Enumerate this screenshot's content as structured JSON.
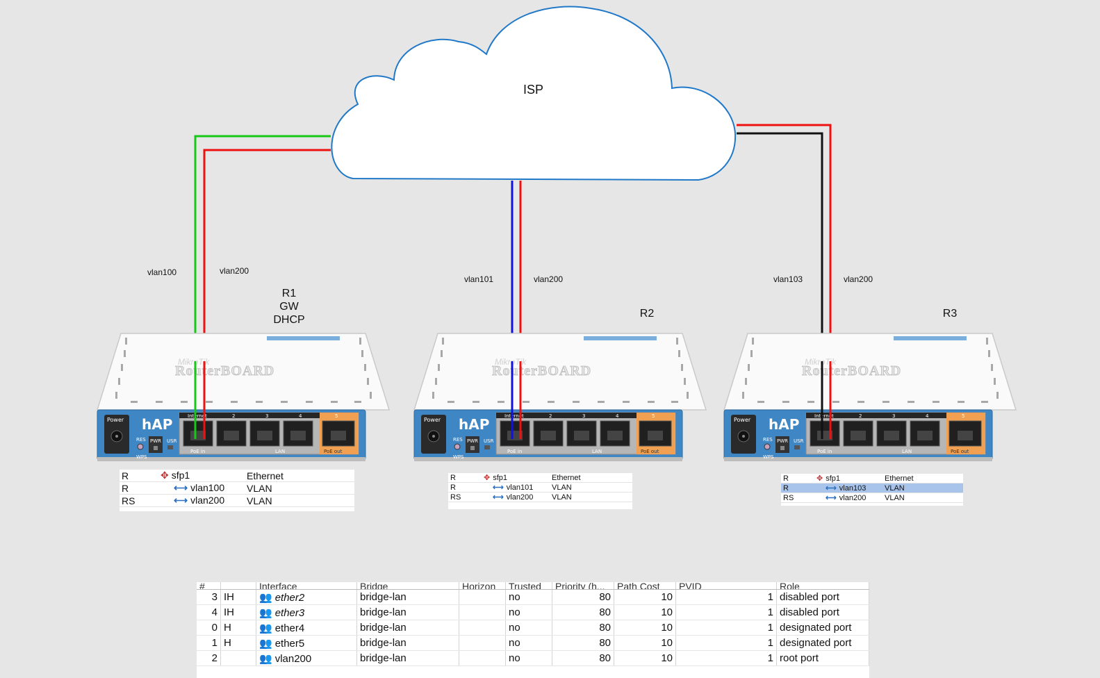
{
  "cloud": {
    "label": "ISP"
  },
  "routers": [
    {
      "name_lines": [
        "R1",
        "GW",
        "DHCP"
      ],
      "vlan_a": "vlan100",
      "vlan_b": "vlan200"
    },
    {
      "name_lines": [
        "R2"
      ],
      "vlan_a": "vlan101",
      "vlan_b": "vlan200"
    },
    {
      "name_lines": [
        "R3"
      ],
      "vlan_a": "vlan103",
      "vlan_b": "vlan200"
    }
  ],
  "device": {
    "brand": "MikroTik",
    "model": "hAP",
    "port_labels": [
      "Internet",
      "2",
      "3",
      "4",
      "5"
    ],
    "power": "Power",
    "res": "RES",
    "pwr": "PWR",
    "usr": "USR",
    "wps": "WPS",
    "poe_in": "PoE in",
    "lan": "LAN",
    "poe_out": "PoE out"
  },
  "snippets": [
    {
      "rows": [
        [
          "R",
          "sfp1",
          "Ethernet"
        ],
        [
          "R",
          "vlan100",
          "VLAN"
        ],
        [
          "RS",
          "vlan200",
          "VLAN"
        ]
      ]
    },
    {
      "rows": [
        [
          "R",
          "sfp1",
          "Ethernet"
        ],
        [
          "R",
          "vlan101",
          "VLAN"
        ],
        [
          "RS",
          "vlan200",
          "VLAN"
        ]
      ]
    },
    {
      "rows": [
        [
          "R",
          "sfp1",
          "Ethernet"
        ],
        [
          "R",
          "vlan103",
          "VLAN"
        ],
        [
          "RS",
          "vlan200",
          "VLAN"
        ]
      ],
      "selected_row": 1
    }
  ],
  "bridge_table": {
    "headers": [
      "#",
      "",
      "Interface",
      "Bridge",
      "Horizon",
      "Trusted",
      "Priority (h...",
      "Path Cost",
      "PVID",
      "Role"
    ],
    "rows": [
      [
        "3",
        "IH",
        "ether2",
        "bridge-lan",
        "",
        "no",
        "80",
        "10",
        "1",
        "disabled port"
      ],
      [
        "4",
        "IH",
        "ether3",
        "bridge-lan",
        "",
        "no",
        "80",
        "10",
        "1",
        "disabled port"
      ],
      [
        "0",
        "H",
        "ether4",
        "bridge-lan",
        "",
        "no",
        "80",
        "10",
        "1",
        "designated port"
      ],
      [
        "1",
        "H",
        "ether5",
        "bridge-lan",
        "",
        "no",
        "80",
        "10",
        "1",
        "designated port"
      ],
      [
        "2",
        "",
        "vlan200",
        "bridge-lan",
        "",
        "no",
        "80",
        "10",
        "1",
        "root port"
      ]
    ]
  },
  "colors": {
    "cloud_stroke": "#1f78c8",
    "link_green": "#17c817",
    "link_red": "#ee1111",
    "link_blue": "#1111dd",
    "link_black": "#111111",
    "device_blue": "#3f87c4",
    "poe_orange": "#f0a050"
  }
}
